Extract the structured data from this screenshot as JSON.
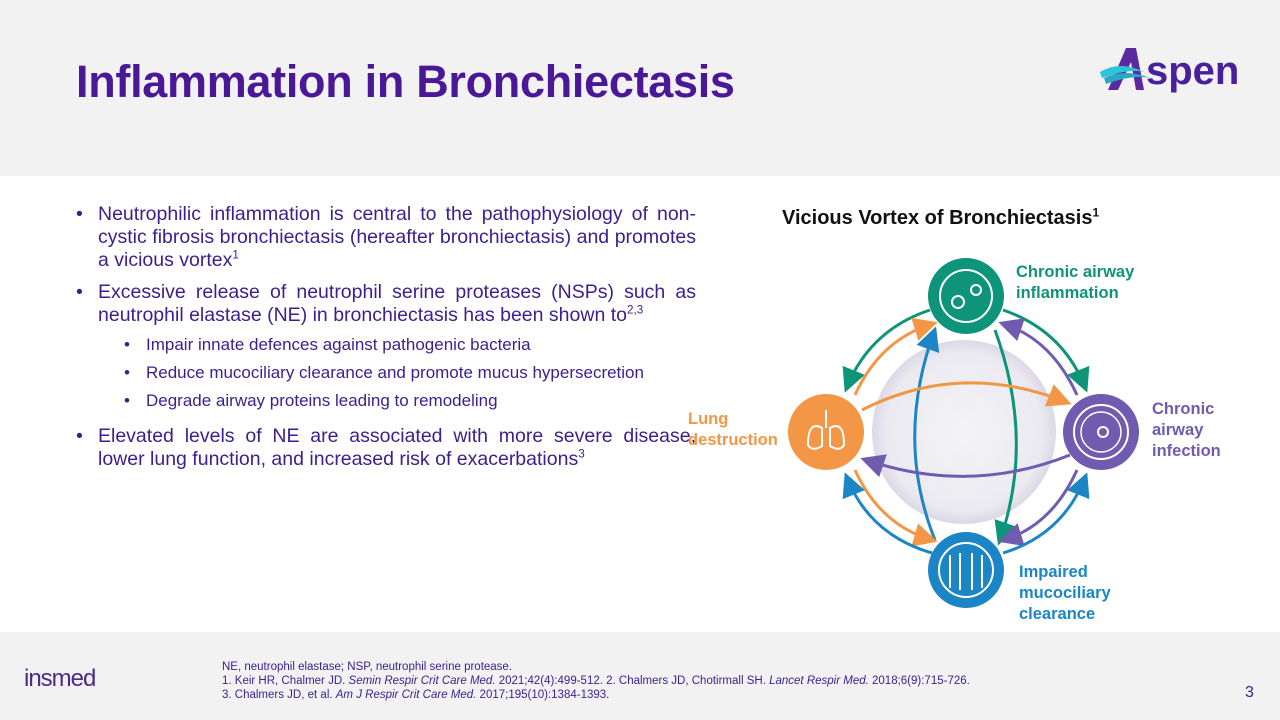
{
  "title": "Inflammation in Bronchiectasis",
  "logo_text": "Aspen",
  "bullets": {
    "b1": "Neutrophilic inflammation is central to the pathophysiology of non-cystic fibrosis bronchiectasis (hereafter bronchiectasis) and promotes a vicious vortex",
    "b1_sup": "1",
    "b2": "Excessive release of neutrophil serine proteases (NSPs) such as neutrophil elastase (NE) in bronchiectasis has been shown to",
    "b2_sup": "2,3",
    "sub": [
      "Impair innate defences against pathogenic bacteria",
      "Reduce mucociliary clearance and promote mucus hypersecretion",
      "Degrade airway proteins leading to remodeling"
    ],
    "b3": "Elevated levels of NE are associated with more severe disease, lower lung function, and increased risk of exacerbations",
    "b3_sup": "3"
  },
  "diagram": {
    "title": "Vicious Vortex of Bronchiectasis",
    "title_sup": "1",
    "nodes": {
      "top": {
        "label1": "Chronic airway",
        "label2": "inflammation",
        "color": "#0e9478"
      },
      "right": {
        "label1": "Chronic",
        "label2": "airway",
        "label3": "infection",
        "color": "#6f5bb0"
      },
      "bottom": {
        "label1": "Impaired",
        "label2": "mucociliary",
        "label3": "clearance",
        "color": "#1b85c6"
      },
      "left": {
        "label1": "Lung",
        "label2": "destruction",
        "color": "#f39646"
      }
    }
  },
  "footer": {
    "abbrev": "NE, neutrophil elastase; NSP, neutrophil serine protease.",
    "ref1a": "1. Keir HR, Chalmer JD. ",
    "ref1j": "Semin Respir Crit Care Med.",
    "ref1b": " 2021;42(4):499-512.  2. Chalmers JD, Chotirmall SH. ",
    "ref2j": "Lancet Respir Med.",
    "ref2b": " 2018;6(9):715-726.",
    "ref3a": "3. Chalmers JD, et al. ",
    "ref3j": "Am J Respir Crit Care Med.",
    "ref3b": " 2017;195(10):1384-1393.",
    "company": "insmed",
    "page": "3"
  }
}
